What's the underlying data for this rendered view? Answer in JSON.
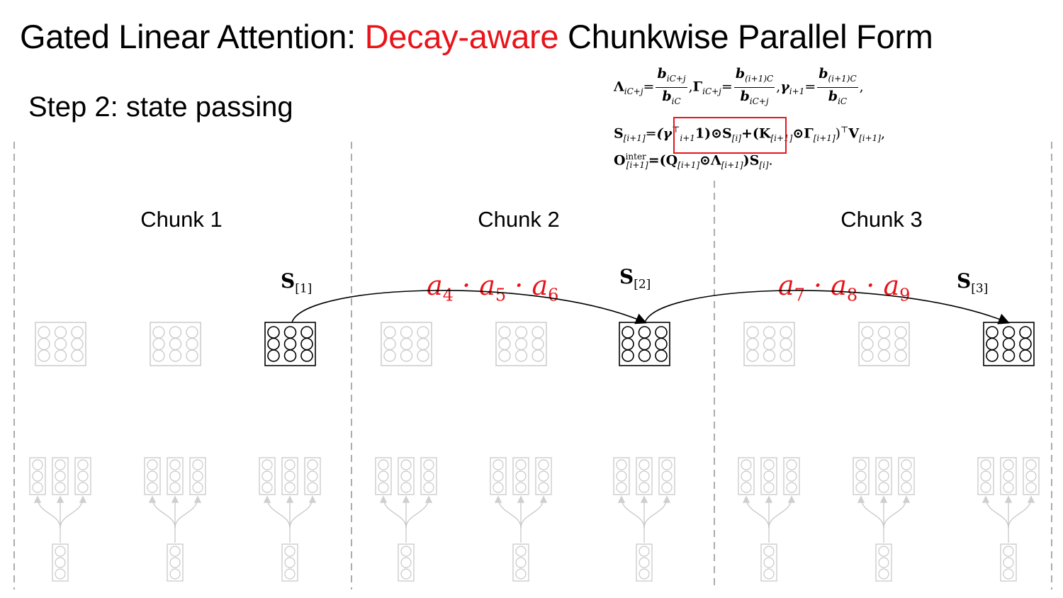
{
  "title": {
    "prefix": "Gated Linear Attention: ",
    "highlight": "Decay-aware",
    "suffix": " Chunkwise Parallel Form"
  },
  "subtitle": "Step 2: state passing",
  "colors": {
    "accent": "#e8141a",
    "faded": "#c8c8c8",
    "ink": "#000000"
  },
  "formula": {
    "line1": {
      "lambda_lhs": "Λ",
      "lambda_sub": "iC+j",
      "lambda_num": "b",
      "lambda_num_sub": "iC+j",
      "lambda_den": "b",
      "lambda_den_sub": "iC",
      "gamma_lhs": "Γ",
      "gamma_sub": "iC+j",
      "gamma_num": "b",
      "gamma_num_sub": "(i+1)C",
      "gamma_den": "b",
      "gamma_den_sub": "iC+j",
      "g_lhs": "γ",
      "g_sub": "i+1",
      "g_num": "b",
      "g_num_sub": "(i+1)C",
      "g_den": "b",
      "g_den_sub": "iC"
    },
    "line2": {
      "lhs": "S",
      "lhs_sub": "[i+1]",
      "boxed": "(γ",
      "boxed_sup": "⊤",
      "boxed_sub": "i+1",
      "boxed_rest": "1)⊙S",
      "boxed_rest_sub": "[i]",
      "rest": "+(K",
      "rest_sub1": "[i+1]",
      "rest_mid": "⊙Γ",
      "rest_sub2": "[i+1]",
      "rest_close": ")",
      "rest_sup": "⊤",
      "rest_v": "V",
      "rest_v_sub": "[i+1]",
      "rest_end": ","
    },
    "line3": {
      "lhs": "O",
      "lhs_sup": "inter",
      "lhs_sub": "[i+1]",
      "rhs": "=(Q",
      "rhs_sub1": "[i+1]",
      "rhs_mid": "⊙Λ",
      "rhs_sub2": "[i+1]",
      "rhs_close": ")S",
      "rhs_sub3": "[i]",
      "rhs_end": "."
    }
  },
  "chunks": [
    {
      "label": "Chunk 1",
      "state": {
        "base": "S",
        "sub": "[1]"
      }
    },
    {
      "label": "Chunk 2",
      "state": {
        "base": "S",
        "sub": "[2]"
      }
    },
    {
      "label": "Chunk 3",
      "state": {
        "base": "S",
        "sub": "[3]"
      }
    }
  ],
  "decays": [
    {
      "t1": "a",
      "s1": "4",
      "t2": "a",
      "s2": "5",
      "t3": "a",
      "s3": "6",
      "dot": "·"
    },
    {
      "t1": "a",
      "s1": "7",
      "t2": "a",
      "s2": "8",
      "t3": "a",
      "s3": "9",
      "dot": "·"
    }
  ],
  "icons": [
    "state-matrix-icon",
    "key-value-vector-icon",
    "arrow-icon"
  ]
}
